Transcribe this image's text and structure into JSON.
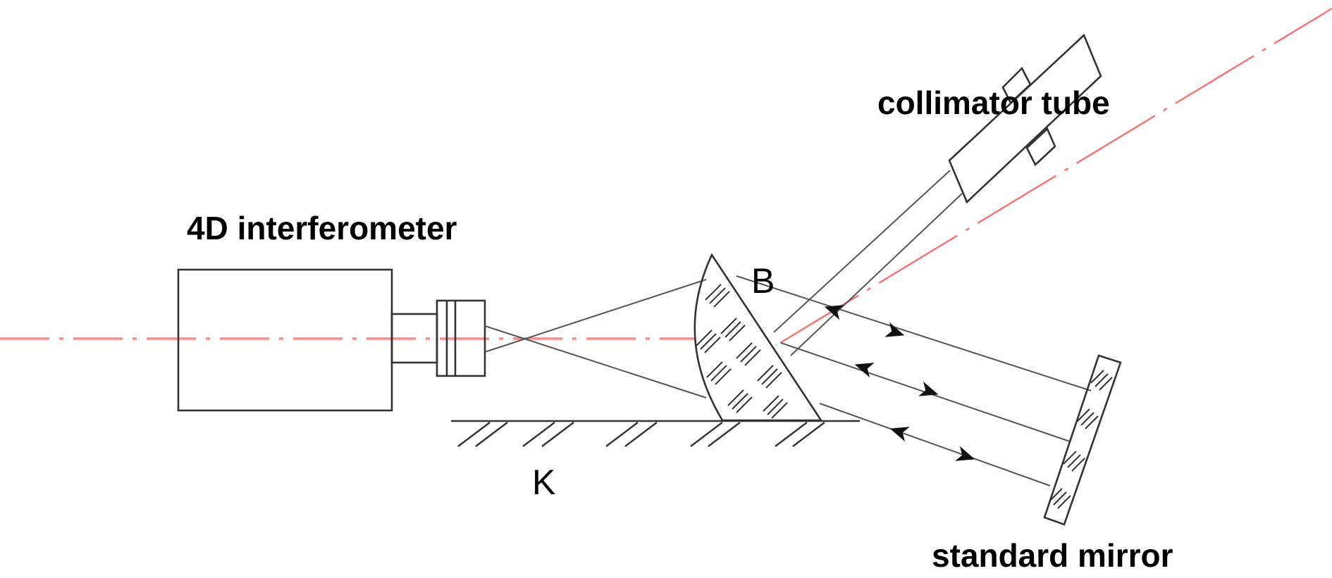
{
  "figure": {
    "type": "optical setup schematic",
    "labels": {
      "interferometer": "4D interferometer",
      "collimator": "collimator tube",
      "mirror": "standard mirror",
      "prism": "B",
      "base": "K"
    },
    "colors": {
      "optical_axis": "#ff8a8a",
      "lines": "#333333",
      "background": "#ffffff"
    },
    "components": [
      {
        "id": "interferometer",
        "label": "4D interferometer"
      },
      {
        "id": "prism",
        "label": "B"
      },
      {
        "id": "base-plane",
        "label": "K"
      },
      {
        "id": "collimator-tube",
        "label": "collimator tube"
      },
      {
        "id": "standard-mirror",
        "label": "standard mirror"
      }
    ]
  }
}
